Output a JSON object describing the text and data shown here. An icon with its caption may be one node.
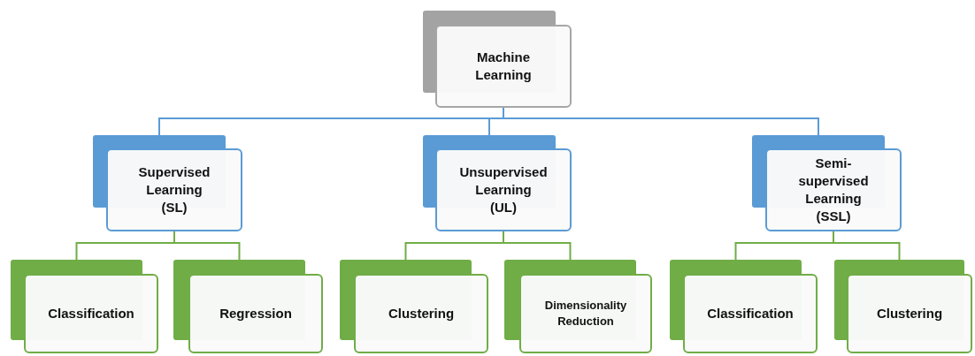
{
  "diagram": {
    "nodes": [
      {
        "text": [
          "Machine Learning"
        ]
      },
      {
        "text": [
          "Supervised Learning (SL)"
        ]
      },
      {
        "text": [
          "Unsupervised Learning (UL)"
        ]
      },
      {
        "text": [
          "Semi-supervised Learning (SSL)"
        ]
      },
      {
        "text": [
          "Classification"
        ]
      },
      {
        "text": [
          "Regression"
        ]
      },
      {
        "text": [
          "Clustering"
        ]
      },
      {
        "text": [
          "Dimensionality Reduction"
        ]
      },
      {
        "text": [
          "Classification"
        ]
      },
      {
        "text": [
          "Clustering"
        ]
      }
    ],
    "edges": [
      {
        "from": 0,
        "to": 1,
        "arrow": "none",
        "color": "#5b9bd5"
      },
      {
        "from": 0,
        "to": 2,
        "arrow": "none",
        "color": "#5b9bd5"
      },
      {
        "from": 0,
        "to": 3,
        "arrow": "none",
        "color": "#5b9bd5"
      },
      {
        "from": 1,
        "to": 4,
        "arrow": "none"
      },
      {
        "from": 1,
        "to": 5,
        "arrow": "none"
      },
      {
        "from": 2,
        "to": 6,
        "arrow": "none"
      },
      {
        "from": 2,
        "to": 7,
        "arrow": "none"
      },
      {
        "from": 3,
        "to": 8,
        "arrow": "none"
      },
      {
        "from": 3,
        "to": 9,
        "arrow": "none"
      }
    ]
  }
}
